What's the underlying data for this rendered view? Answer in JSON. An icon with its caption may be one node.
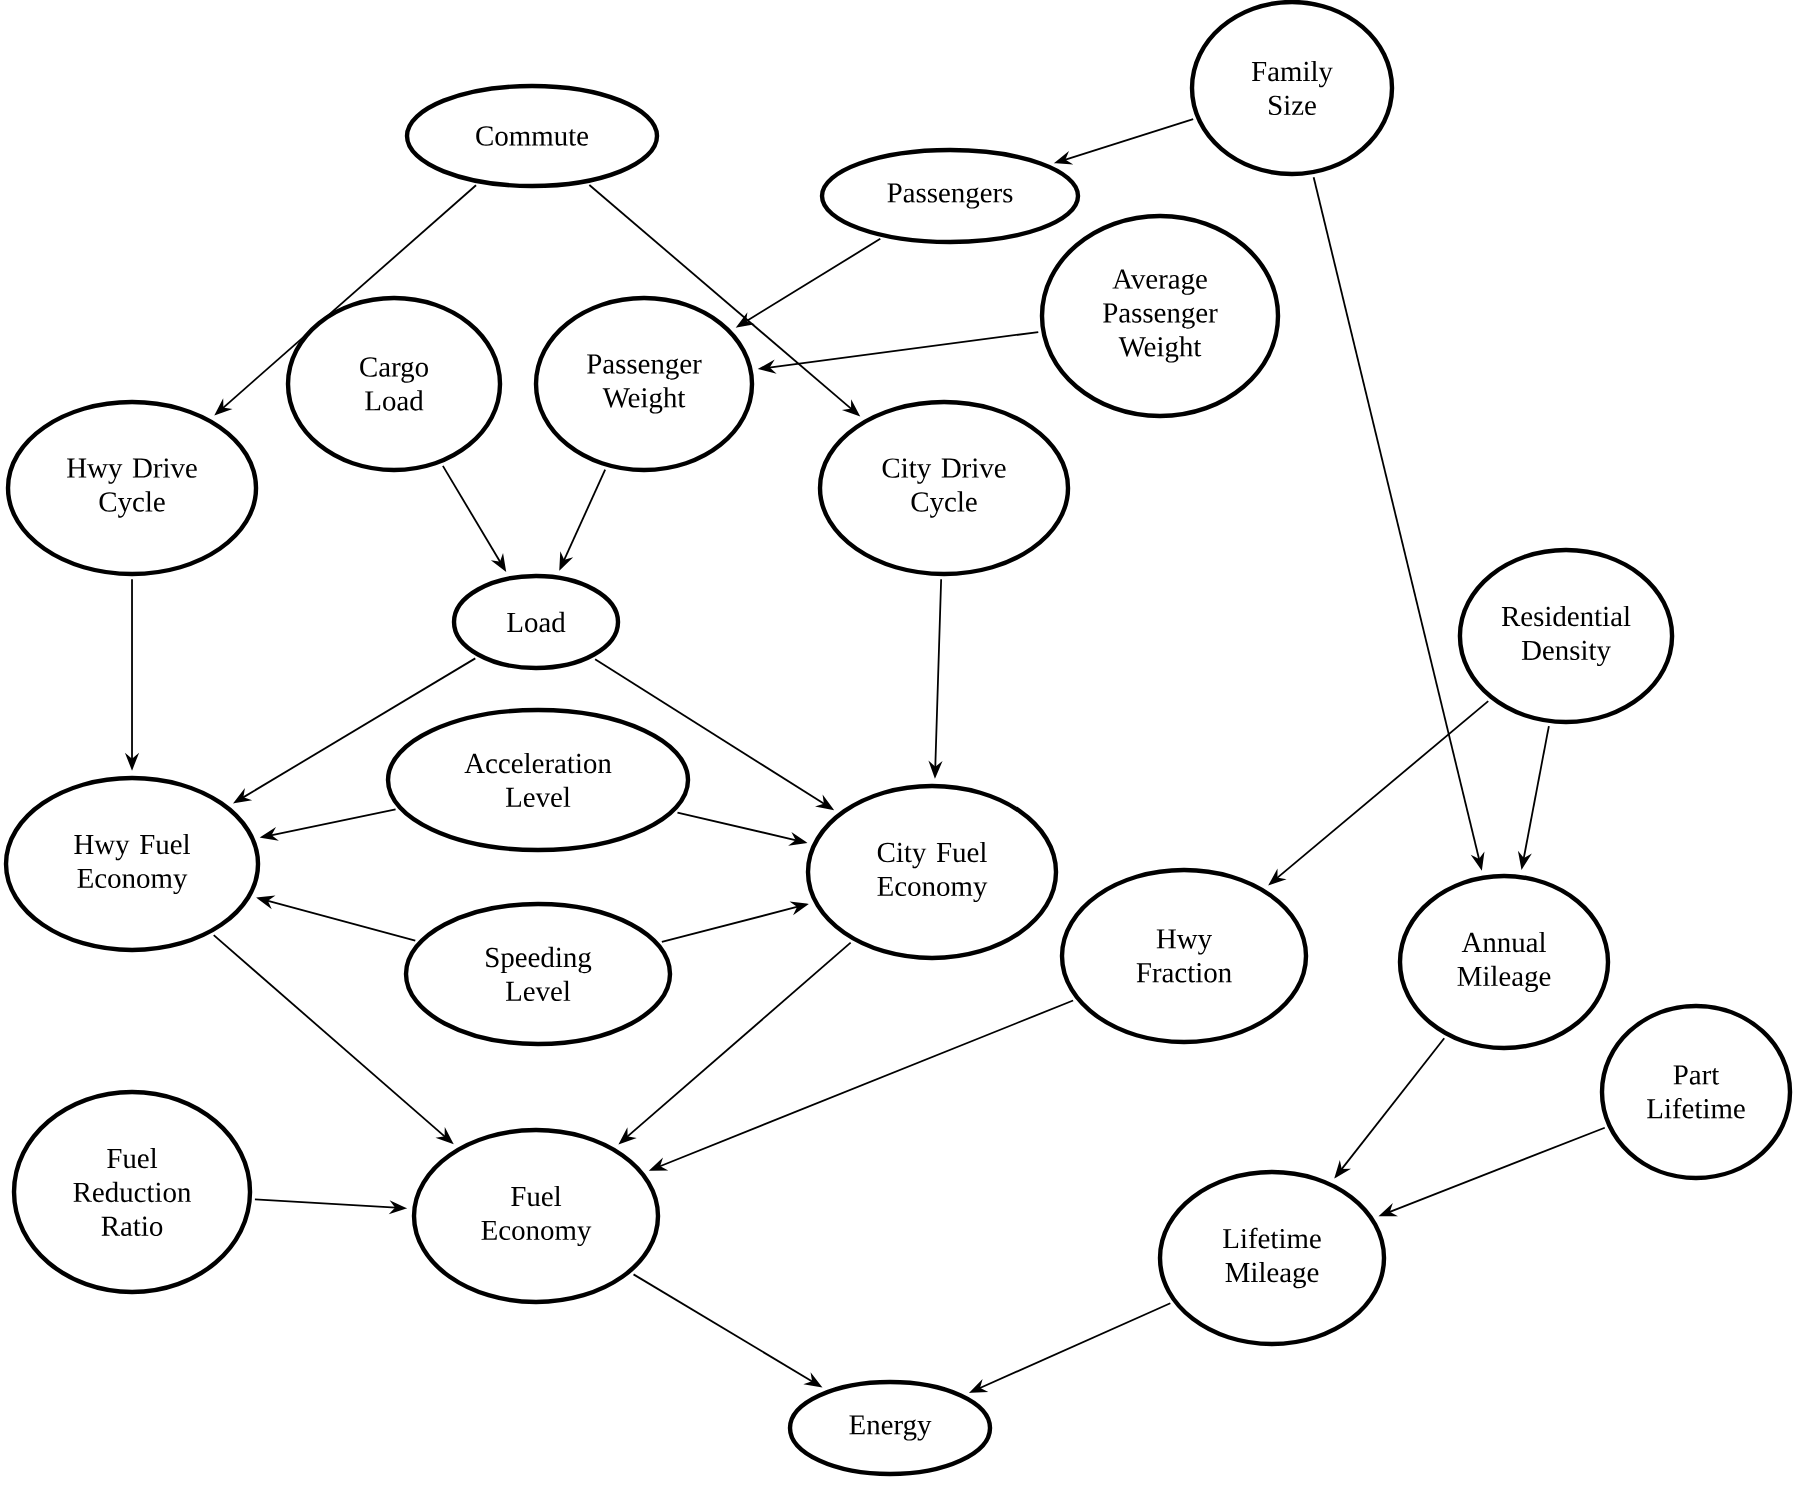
{
  "diagram": {
    "nodes": [
      {
        "text": [
          "Commute"
        ]
      },
      {
        "text": [
          "Family Size"
        ]
      },
      {
        "text": [
          "Passengers"
        ]
      },
      {
        "text": [
          "Average Passenger Weight"
        ]
      },
      {
        "text": [
          "Cargo Load"
        ]
      },
      {
        "text": [
          "Passenger Weight"
        ]
      },
      {
        "text": [
          "Hwy Drive Cycle"
        ]
      },
      {
        "text": [
          "City Drive Cycle"
        ]
      },
      {
        "text": [
          "Load"
        ]
      },
      {
        "text": [
          "Residential Density"
        ]
      },
      {
        "text": [
          "Acceleration Level"
        ]
      },
      {
        "text": [
          "Hwy Fuel Economy"
        ]
      },
      {
        "text": [
          "City Fuel Economy"
        ]
      },
      {
        "text": [
          "Speeding Level"
        ]
      },
      {
        "text": [
          "Hwy Fraction"
        ]
      },
      {
        "text": [
          "Annual Mileage"
        ]
      },
      {
        "text": [
          "Part Lifetime"
        ]
      },
      {
        "text": [
          "Fuel Reduction Ratio"
        ]
      },
      {
        "text": [
          "Fuel Economy"
        ]
      },
      {
        "text": [
          "Lifetime Mileage"
        ]
      },
      {
        "text": [
          "Energy"
        ]
      }
    ],
    "edges": [
      {
        "from": 0,
        "to": 6,
        "arrow": "to"
      },
      {
        "from": 0,
        "to": 7,
        "arrow": "to"
      },
      {
        "from": 1,
        "to": 2,
        "arrow": "to"
      },
      {
        "from": 1,
        "to": 15,
        "arrow": "to"
      },
      {
        "from": 2,
        "to": 5,
        "arrow": "to"
      },
      {
        "from": 3,
        "to": 5,
        "arrow": "to"
      },
      {
        "from": 4,
        "to": 8,
        "arrow": "to"
      },
      {
        "from": 5,
        "to": 8,
        "arrow": "to"
      },
      {
        "from": 6,
        "to": 11,
        "arrow": "to"
      },
      {
        "from": 7,
        "to": 12,
        "arrow": "to"
      },
      {
        "from": 8,
        "to": 11,
        "arrow": "to"
      },
      {
        "from": 8,
        "to": 12,
        "arrow": "to"
      },
      {
        "from": 10,
        "to": 11,
        "arrow": "to"
      },
      {
        "from": 10,
        "to": 12,
        "arrow": "to"
      },
      {
        "from": 13,
        "to": 11,
        "arrow": "to"
      },
      {
        "from": 13,
        "to": 12,
        "arrow": "to"
      },
      {
        "from": 9,
        "to": 14,
        "arrow": "to"
      },
      {
        "from": 9,
        "to": 15,
        "arrow": "to"
      },
      {
        "from": 11,
        "to": 18,
        "arrow": "to"
      },
      {
        "from": 12,
        "to": 18,
        "arrow": "to"
      },
      {
        "from": 14,
        "to": 18,
        "arrow": "to"
      },
      {
        "from": 17,
        "to": 18,
        "arrow": "to"
      },
      {
        "from": 18,
        "to": 20,
        "arrow": "to"
      },
      {
        "from": 15,
        "to": 19,
        "arrow": "to"
      },
      {
        "from": 16,
        "to": 19,
        "arrow": "to"
      },
      {
        "from": 19,
        "to": 20,
        "arrow": "to"
      }
    ]
  }
}
